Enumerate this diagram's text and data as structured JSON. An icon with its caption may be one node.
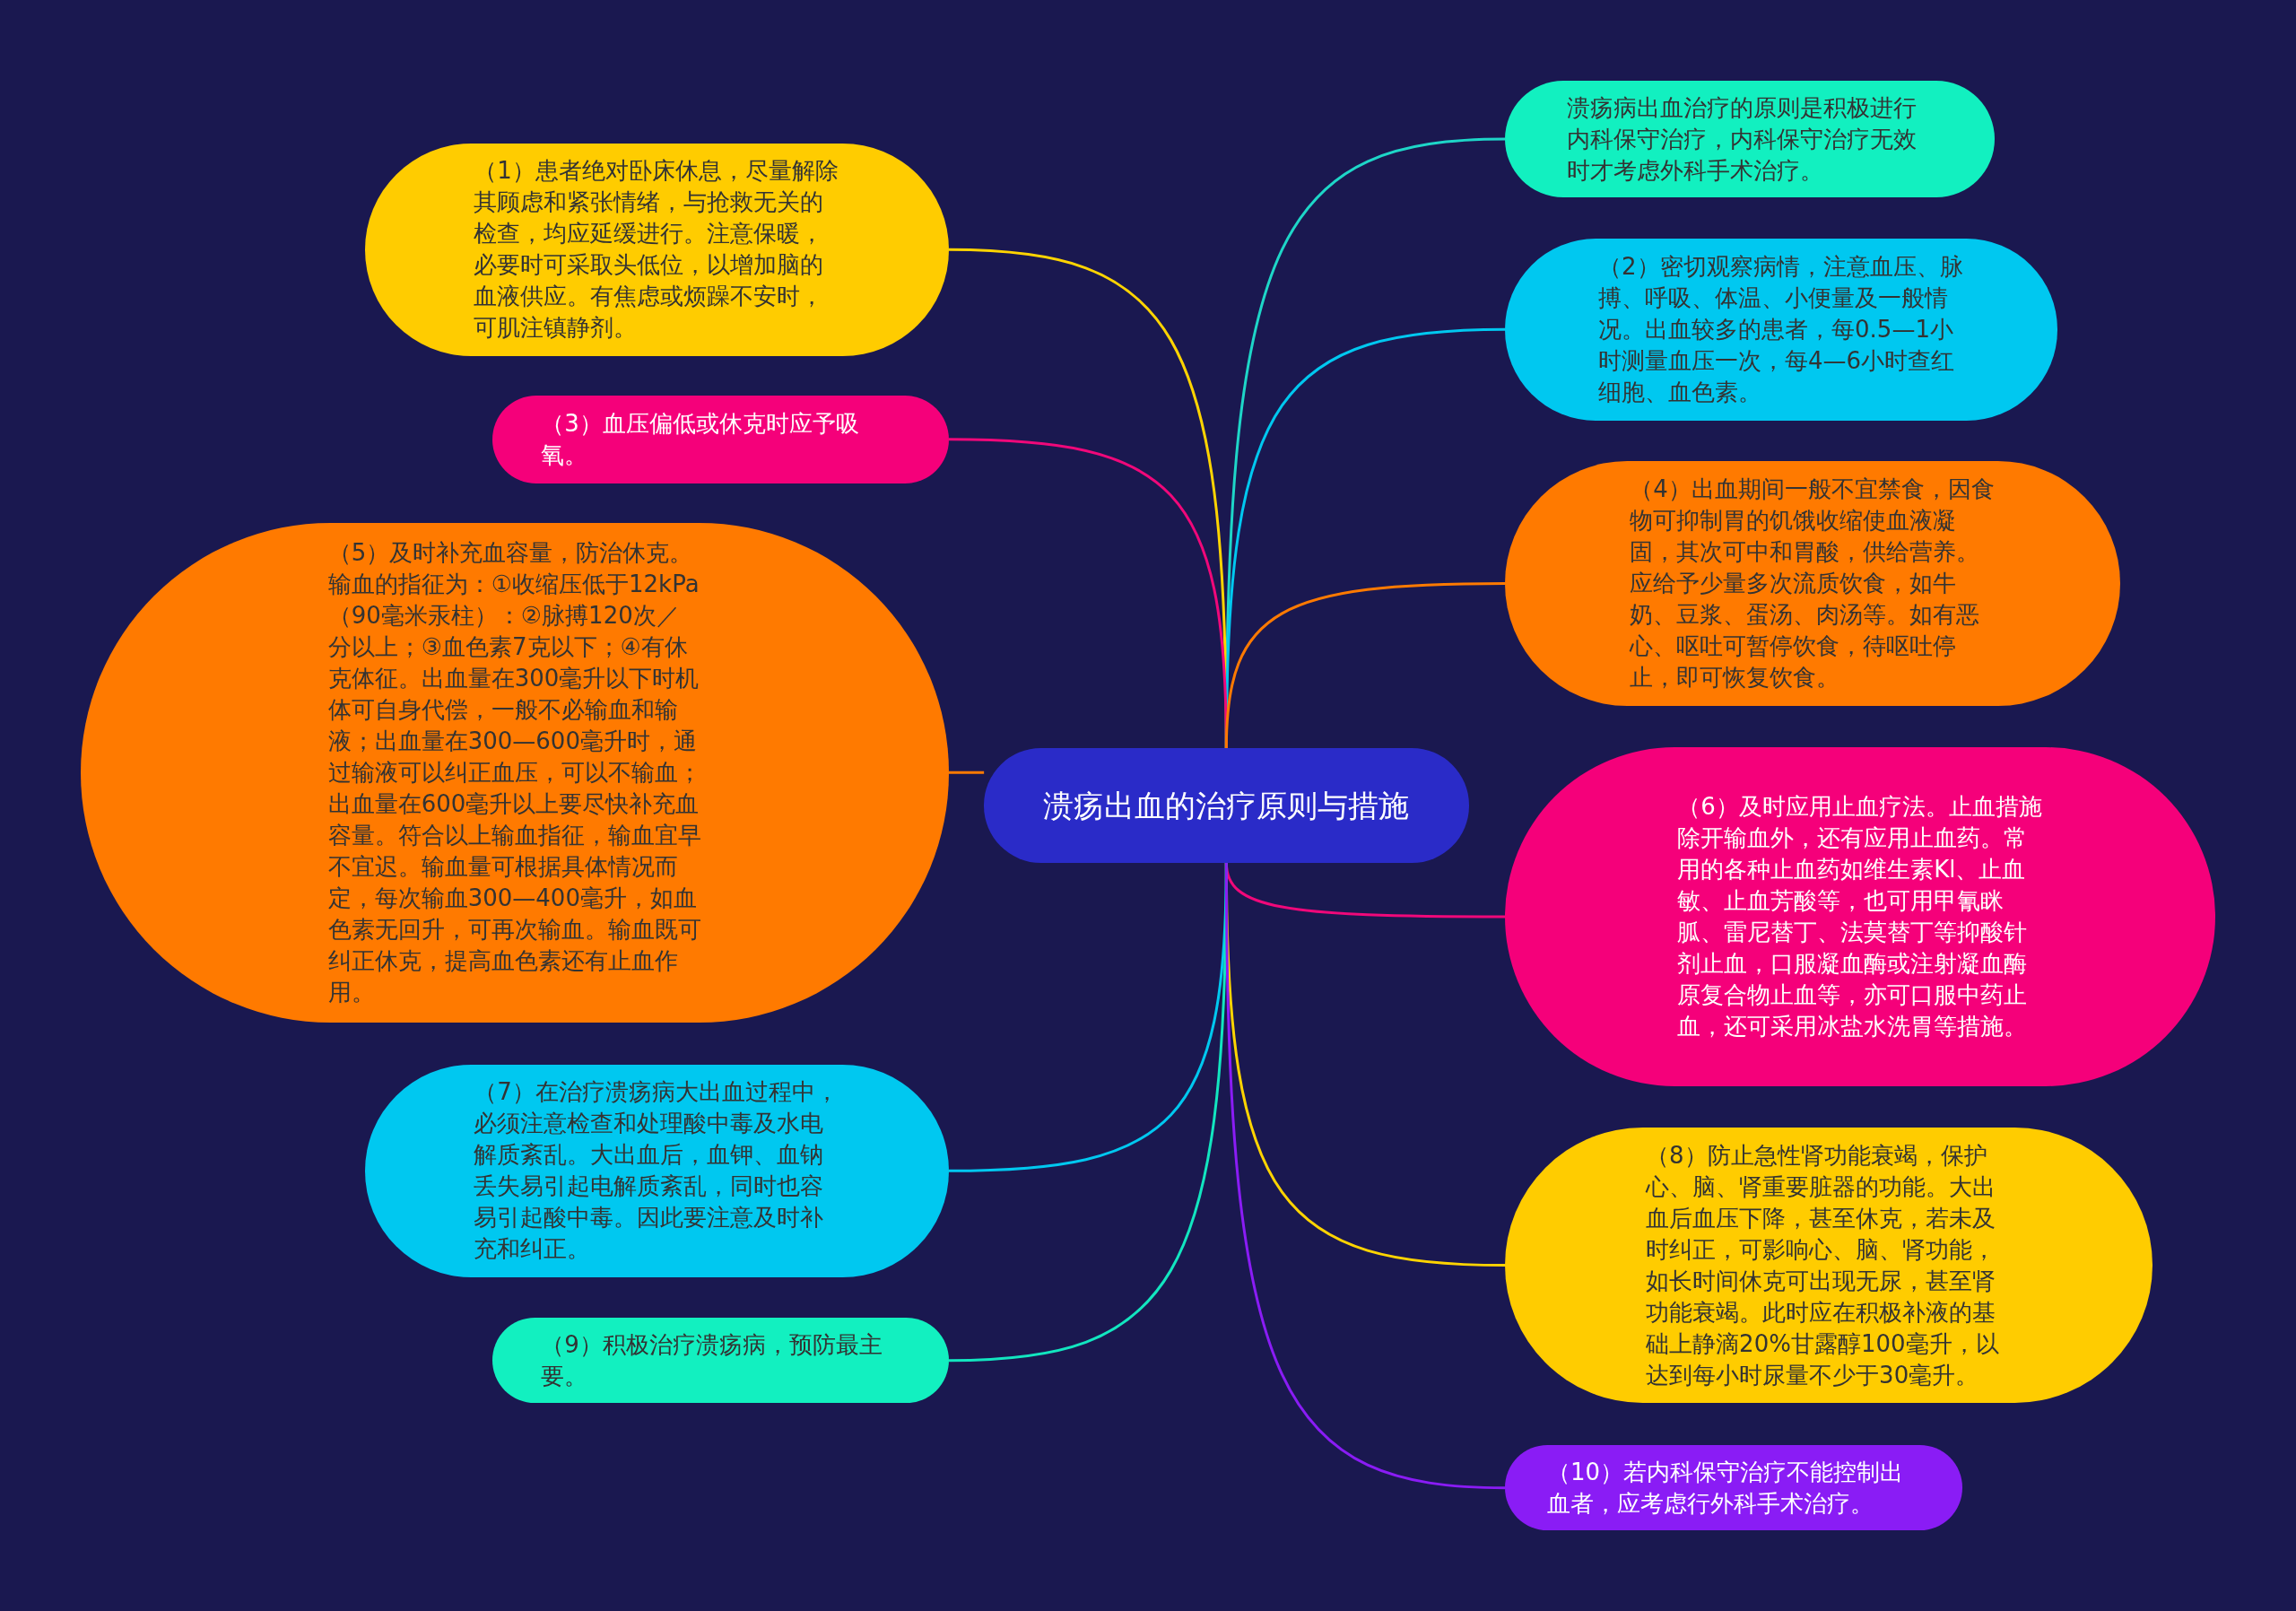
{
  "diagram": {
    "nodes": [
      {
        "text": [
          "溃疡出血的治疗原则与措施"
        ]
      },
      {
        "text": [
          "溃疡病出血治疗的原则是积极进行内科保守治疗，内科保守治疗无效时才考虑外科手术治疗。"
        ]
      },
      {
        "text": [
          "（1）患者绝对卧床休息，尽量解除其顾虑和紧张情绪，与抢救无关的检查，均应延缓进行。注意保暖，必要时可采取头低位，以增加脑的血液供应。有焦虑或烦躁不安时，可肌注镇静剂。"
        ]
      },
      {
        "text": [
          "（2）密切观察病情，注意血压、脉搏、呼吸、体温、小便量及一般情况。出血较多的患者，每0.5—1小时测量血压一次，每4—6小时查红细胞、血色素。"
        ]
      },
      {
        "text": [
          "（3）血压偏低或休克时应予吸氧。"
        ]
      },
      {
        "text": [
          "（4）出血期间一般不宜禁食，因食物可抑制胃的饥饿收缩使血液凝固，其次可中和胃酸，供给营养。应给予少量多次流质饮食，如牛奶、豆浆、蛋汤、肉汤等。如有恶心、呕吐可暂停饮食，待呕吐停止，即可恢复饮食。"
        ]
      },
      {
        "text": [
          "（5）及时补充血容量，防治休克。输血的指征为：①收缩压低于12kPa（90毫米汞柱）：②脉搏120次／分以上；③血色素7克以下；④有休克体征。出血量在300毫升以下时机体可自身代偿，一般不必输血和输液；出血量在300—600毫升时，通过输液可以纠正血压，可以不输血；出血量在600毫升以上要尽快补充血容量。符合以上输血指征，输血宜早不宜迟。输血量可根据具体情况而定，每次输血300—400毫升，如血色素无回升，可再次输血。输血既可纠正休克，提高血色素还有止血作用。"
        ]
      },
      {
        "text": [
          "（6）及时应用止血疗法。止血措施除开输血外，还有应用止血药。常用的各种止血药如维生素Kl、止血敏、止血芳酸等，也可用甲氰眯胍、雷尼替丁、法莫替丁等抑酸针剂止血，口服凝血酶或注射凝血酶原复合物止血等，亦可口服中药止血，还可采用冰盐水洗胃等措施。"
        ]
      },
      {
        "text": [
          "（7）在治疗溃疡病大出血过程中，必须注意检查和处理酸中毒及水电解质紊乱。大出血后，血钾、血钠丢失易引起电解质紊乱，同时也容易引起酸中毒。因此要注意及时补充和纠正。"
        ]
      },
      {
        "text": [
          "（8）防止急性肾功能衰竭，保护心、脑、肾重要脏器的功能。大出血后血压下降，甚至休克，若未及时纠正，可影响心、脑、肾功能，如长时间休克可出现无尿，甚至肾功能衰竭。此时应在积极补液的基础上静滴20%甘露醇100毫升，以达到每小时尿量不少于30毫升。"
        ]
      },
      {
        "text": [
          "（9）积极治疗溃疡病，预防最主要。"
        ]
      },
      {
        "text": [
          "（10）若内科保守治疗不能控制出血者，应考虑行外科手术治疗。"
        ]
      }
    ],
    "edges": [
      {
        "from": 0,
        "to": 1,
        "arrow": "none",
        "color": "#1ed6c8"
      },
      {
        "from": 0,
        "to": 2,
        "arrow": "none",
        "color": "#ffd400"
      },
      {
        "from": 0,
        "to": 3,
        "arrow": "none",
        "color": "#00c8f0"
      },
      {
        "from": 0,
        "to": 4,
        "arrow": "none",
        "color": "#f0087a"
      },
      {
        "from": 0,
        "to": 5,
        "arrow": "none",
        "color": "#ff7a00"
      },
      {
        "from": 0,
        "to": 6,
        "arrow": "none",
        "color": "#ff7a00"
      },
      {
        "from": 0,
        "to": 7,
        "arrow": "none",
        "color": "#f0087a"
      },
      {
        "from": 0,
        "to": 8,
        "arrow": "none",
        "color": "#00c8f0"
      },
      {
        "from": 0,
        "to": 9,
        "arrow": "none",
        "color": "#ffd400"
      },
      {
        "from": 0,
        "to": 10,
        "arrow": "none",
        "color": "#12e6c0"
      },
      {
        "from": 0,
        "to": 11,
        "arrow": "none",
        "color": "#8a1cf5"
      }
    ]
  }
}
